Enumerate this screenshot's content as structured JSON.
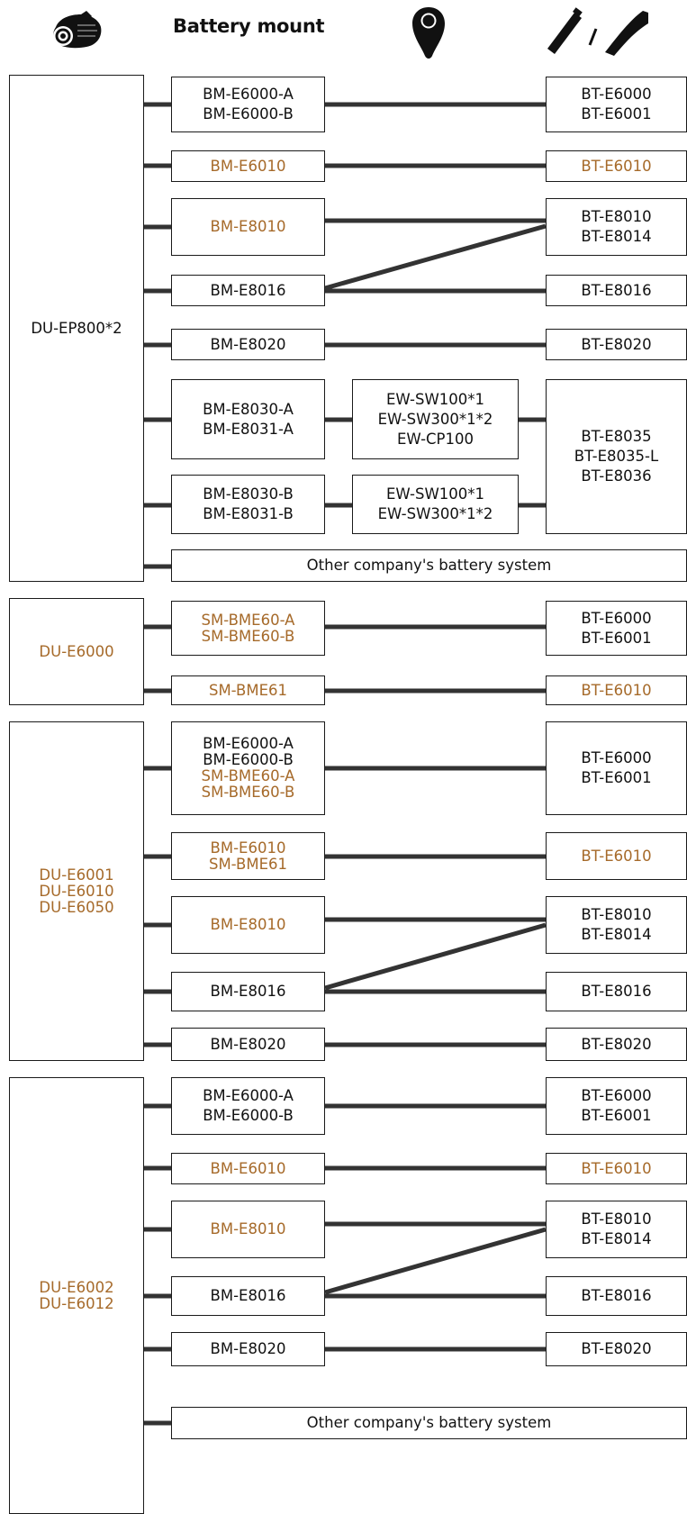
{
  "header": {
    "title": "Battery mount"
  },
  "colors": {
    "orange": "#a66a2a",
    "black": "#111111",
    "wire": "#333333"
  },
  "drive_units": [
    {
      "lines": [
        {
          "t": "DU-EP800*2",
          "c": "black"
        }
      ]
    },
    {
      "lines": [
        {
          "t": "DU-E6000",
          "c": "orange"
        }
      ]
    },
    {
      "lines": [
        {
          "t": "DU-E6001",
          "c": "orange"
        },
        {
          "t": "DU-E6010",
          "c": "orange"
        },
        {
          "t": "DU-E6050",
          "c": "orange"
        }
      ]
    },
    {
      "lines": [
        {
          "t": "DU-E6002",
          "c": "orange"
        },
        {
          "t": "DU-E6012",
          "c": "orange"
        }
      ]
    }
  ],
  "mounts": [
    {
      "lines": [
        {
          "t": "BM-E6000-A",
          "c": "black"
        },
        {
          "t": "BM-E6000-B",
          "c": "black"
        }
      ]
    },
    {
      "lines": [
        {
          "t": "BM-E6010",
          "c": "orange"
        }
      ]
    },
    {
      "lines": [
        {
          "t": "BM-E8010",
          "c": "orange"
        }
      ]
    },
    {
      "lines": [
        {
          "t": "BM-E8016",
          "c": "black"
        }
      ]
    },
    {
      "lines": [
        {
          "t": "BM-E8020",
          "c": "black"
        }
      ]
    },
    {
      "lines": [
        {
          "t": "BM-E8030-A",
          "c": "black"
        },
        {
          "t": "BM-E8031-A",
          "c": "black"
        }
      ]
    },
    {
      "lines": [
        {
          "t": "BM-E8030-B",
          "c": "black"
        },
        {
          "t": "BM-E8031-B",
          "c": "black"
        }
      ]
    },
    {
      "lines": [
        {
          "t": "SM-BME60-A",
          "c": "orange"
        },
        {
          "t": "SM-BME60-B",
          "c": "orange"
        }
      ]
    },
    {
      "lines": [
        {
          "t": "SM-BME61",
          "c": "orange"
        }
      ]
    },
    {
      "lines": [
        {
          "t": "BM-E6000-A",
          "c": "black"
        },
        {
          "t": "BM-E6000-B",
          "c": "black"
        },
        {
          "t": "SM-BME60-A",
          "c": "orange"
        },
        {
          "t": "SM-BME60-B",
          "c": "orange"
        }
      ]
    },
    {
      "lines": [
        {
          "t": "BM-E6010",
          "c": "orange"
        },
        {
          "t": "SM-BME61",
          "c": "orange"
        }
      ]
    },
    {
      "lines": [
        {
          "t": "BM-E8010",
          "c": "orange"
        }
      ]
    },
    {
      "lines": [
        {
          "t": "BM-E8016",
          "c": "black"
        }
      ]
    },
    {
      "lines": [
        {
          "t": "BM-E8020",
          "c": "black"
        }
      ]
    },
    {
      "lines": [
        {
          "t": "BM-E6000-A",
          "c": "black"
        },
        {
          "t": "BM-E6000-B",
          "c": "black"
        }
      ]
    },
    {
      "lines": [
        {
          "t": "BM-E6010",
          "c": "orange"
        }
      ]
    },
    {
      "lines": [
        {
          "t": "BM-E8010",
          "c": "orange"
        }
      ]
    },
    {
      "lines": [
        {
          "t": "BM-E8016",
          "c": "black"
        }
      ]
    },
    {
      "lines": [
        {
          "t": "BM-E8020",
          "c": "black"
        }
      ]
    }
  ],
  "switches": [
    {
      "lines": [
        {
          "t": "EW-SW100*1",
          "c": "black"
        },
        {
          "t": "EW-SW300*1*2",
          "c": "black"
        },
        {
          "t": "EW-CP100",
          "c": "black"
        }
      ]
    },
    {
      "lines": [
        {
          "t": "EW-SW100*1",
          "c": "black"
        },
        {
          "t": "EW-SW300*1*2",
          "c": "black"
        }
      ]
    }
  ],
  "wide_boxes": [
    {
      "text": "Other company's battery system"
    },
    {
      "text": "Other company's battery system"
    }
  ],
  "batteries": [
    {
      "lines": [
        {
          "t": "BT-E6000",
          "c": "black"
        },
        {
          "t": "BT-E6001",
          "c": "black"
        }
      ]
    },
    {
      "lines": [
        {
          "t": "BT-E6010",
          "c": "orange"
        }
      ]
    },
    {
      "lines": [
        {
          "t": "BT-E8010",
          "c": "black"
        },
        {
          "t": "BT-E8014",
          "c": "black"
        }
      ]
    },
    {
      "lines": [
        {
          "t": "BT-E8016",
          "c": "black"
        }
      ]
    },
    {
      "lines": [
        {
          "t": "BT-E8020",
          "c": "black"
        }
      ]
    },
    {
      "lines": [
        {
          "t": "BT-E8035",
          "c": "black"
        },
        {
          "t": "BT-E8035-L",
          "c": "black"
        },
        {
          "t": "BT-E8036",
          "c": "black"
        }
      ]
    },
    {
      "lines": [
        {
          "t": "BT-E6000",
          "c": "black"
        },
        {
          "t": "BT-E6001",
          "c": "black"
        }
      ]
    },
    {
      "lines": [
        {
          "t": "BT-E6010",
          "c": "orange"
        }
      ]
    },
    {
      "lines": [
        {
          "t": "BT-E6000",
          "c": "black"
        },
        {
          "t": "BT-E6001",
          "c": "black"
        }
      ]
    },
    {
      "lines": [
        {
          "t": "BT-E6010",
          "c": "orange"
        }
      ]
    },
    {
      "lines": [
        {
          "t": "BT-E8010",
          "c": "black"
        },
        {
          "t": "BT-E8014",
          "c": "black"
        }
      ]
    },
    {
      "lines": [
        {
          "t": "BT-E8016",
          "c": "black"
        }
      ]
    },
    {
      "lines": [
        {
          "t": "BT-E8020",
          "c": "black"
        }
      ]
    },
    {
      "lines": [
        {
          "t": "BT-E6000",
          "c": "black"
        },
        {
          "t": "BT-E6001",
          "c": "black"
        }
      ]
    },
    {
      "lines": [
        {
          "t": "BT-E6010",
          "c": "orange"
        }
      ]
    },
    {
      "lines": [
        {
          "t": "BT-E8010",
          "c": "black"
        },
        {
          "t": "BT-E8014",
          "c": "black"
        }
      ]
    },
    {
      "lines": [
        {
          "t": "BT-E8016",
          "c": "black"
        }
      ]
    },
    {
      "lines": [
        {
          "t": "BT-E8020",
          "c": "black"
        }
      ]
    }
  ],
  "icons": {
    "drive_unit": "drive-unit-icon",
    "switch": "switch-icon",
    "battery": "battery-tube-icon"
  }
}
